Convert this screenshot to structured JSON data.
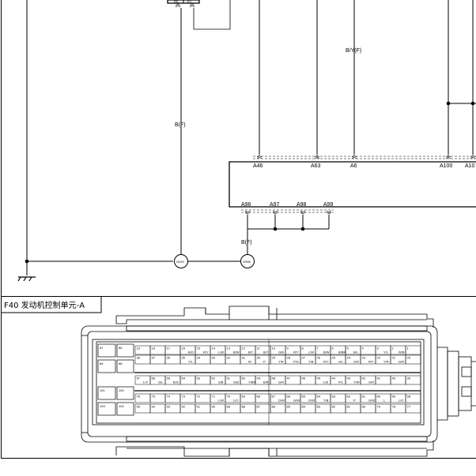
{
  "top_connector": {
    "pins": [
      "85",
      "87"
    ]
  },
  "wires": {
    "left_ground_wire": "B(F)",
    "center_wire": "B/Y(F)",
    "ground_wire_b": "B(F)"
  },
  "ecu_pins_top": [
    "A46",
    "A63",
    "A6",
    "A100",
    "A10"
  ],
  "ecu_pins_bottom": [
    "A96",
    "A97",
    "A98",
    "A99"
  ],
  "grounds": [
    "G919",
    "G956"
  ],
  "section": {
    "title": "F40 发动机控制单元-A"
  },
  "connector_face": {
    "big_cells": [
      {
        "a": "87",
        "b": "86"
      },
      {
        "a": "89",
        "b": "88"
      },
      {
        "a": "101",
        "b": "100"
      },
      {
        "a": "103",
        "b": "102"
      }
    ],
    "rows": [
      [
        "19",
        "18",
        "17",
        "16",
        "15",
        "14",
        "13",
        "12",
        "11",
        "10",
        "9",
        "8",
        "7",
        "6",
        "5",
        "4",
        "3",
        "2",
        "1"
      ],
      [
        "38",
        "37",
        "36",
        "35",
        "34",
        "33",
        "32",
        "31",
        "30",
        "29",
        "28",
        "27",
        "26",
        "25",
        "24",
        "23",
        "22",
        "21",
        "20"
      ],
      [
        "57",
        "56",
        "55",
        "54",
        "53",
        "52",
        "51",
        "50",
        "49",
        "48",
        "47",
        "46",
        "45",
        "44",
        "43",
        "42",
        "41",
        "40",
        "39"
      ],
      [
        "76",
        "75",
        "74",
        "73",
        "72",
        "71",
        "70",
        "69",
        "68",
        "67",
        "66",
        "65",
        "64",
        "63",
        "62",
        "61",
        "60",
        "59",
        "58"
      ],
      [
        "95",
        "94",
        "93",
        "92",
        "91",
        "90",
        "89",
        "88",
        "87",
        "86",
        "85",
        "84",
        "83",
        "82",
        "81",
        "80",
        "79",
        "78",
        "77"
      ]
    ],
    "row1_colors": [
      "",
      "",
      "",
      "B/O",
      "R/Y",
      "L/W",
      "B/W",
      "B/Y",
      "B/Y",
      "G/B",
      "R/Y",
      "L/W",
      "B/W",
      "B/BR",
      "B/L",
      "",
      "Y/L",
      "W/B",
      ""
    ],
    "row2_colors": [
      "",
      "",
      "",
      "Y/L",
      "",
      "",
      "",
      "W",
      "P",
      "Y/R",
      "P/G",
      "Y/B",
      "R/Y",
      "G/L",
      "G/R",
      "R/Y",
      "Y/R",
      "G/R",
      ""
    ],
    "row3_colors": [
      "L/V",
      "G/L",
      "B/G",
      "",
      "",
      "S/B",
      "G/B",
      "Y/BR",
      "B/R",
      "G/R",
      "",
      "",
      "L/B",
      "P/L",
      "Y/W",
      "G/R",
      "",
      "",
      ""
    ],
    "row4_colors": [
      "",
      "",
      "",
      "",
      "",
      "L/W",
      "L/O",
      "",
      "",
      "D/W",
      "G/W",
      "O/W",
      "Y/B",
      "",
      "P",
      "G/W",
      "L",
      "L/O",
      ""
    ]
  },
  "colors": {
    "line": "#000000",
    "bg": "#ffffff"
  }
}
